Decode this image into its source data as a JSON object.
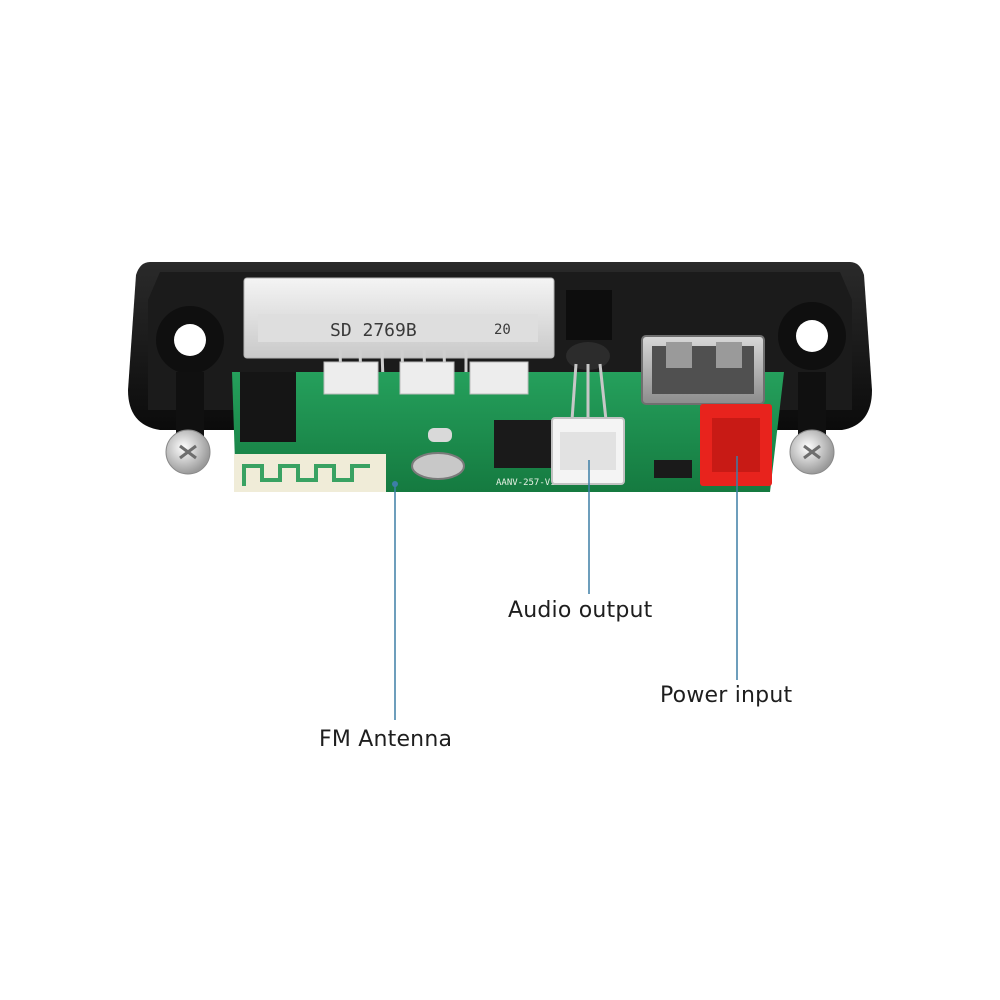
{
  "callouts": {
    "fm_antenna": "FM Antenna",
    "audio_output": "Audio output",
    "power_input": "Power input"
  },
  "board_markings": {
    "chip_marking": "SD 2769B",
    "chip_suffix": "20",
    "pcb_version": "AANV-257-V1.0"
  },
  "colors": {
    "background": "#ffffff",
    "pcb_green": "#1f8a4e",
    "panel_black": "#141414",
    "callout_line": "#3d7ea6",
    "power_connector": "#e8231d",
    "audio_connector": "#f2f2f2"
  }
}
